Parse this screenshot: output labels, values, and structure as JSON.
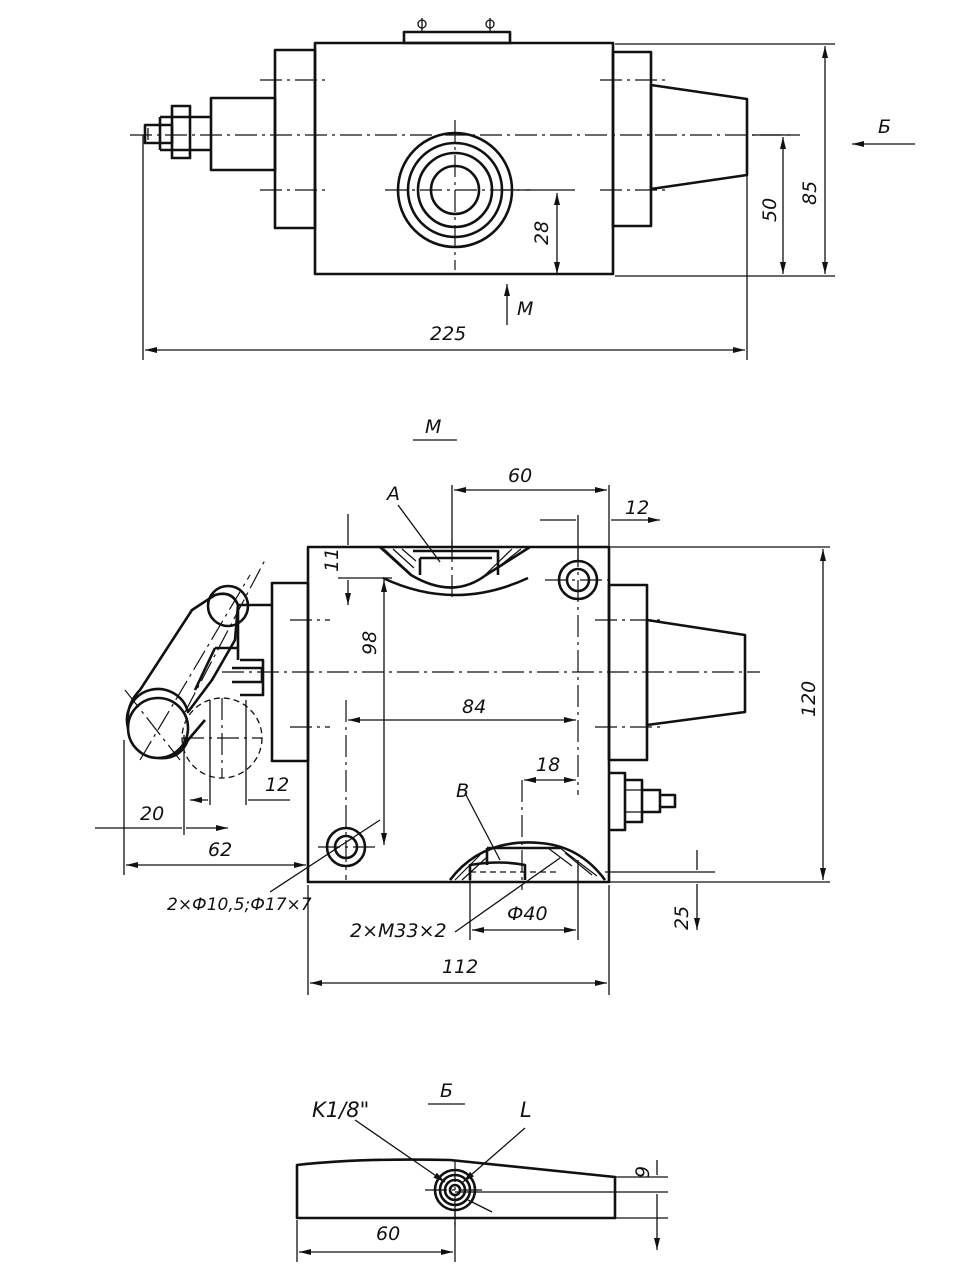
{
  "views": {
    "top": {
      "dims": {
        "length": "225",
        "height_outer": "85",
        "height_axis": "50",
        "height_port": "28"
      },
      "arrow_m": "М",
      "arrow_b": "Б"
    },
    "middle": {
      "title": "М",
      "port_a": "A",
      "port_b": "B",
      "dims": {
        "top_span": "60",
        "edge_offset": "12",
        "wall": "11",
        "vertical_span": "98",
        "hole_span": "84",
        "height": "120",
        "port_offset": "18",
        "lever_width": "20",
        "lever_offset": "12",
        "lever_reach": "62",
        "bottom_offset": "25",
        "width": "112"
      },
      "callouts": {
        "holes": "2×Ф10,5;Ф17×7",
        "thread": "2×М33×2",
        "bore": "Ф40"
      }
    },
    "bottom": {
      "title": "Б",
      "thread": "K1/8\"",
      "port_l": "L",
      "dims": {
        "depth": "9",
        "width": "60"
      }
    }
  }
}
